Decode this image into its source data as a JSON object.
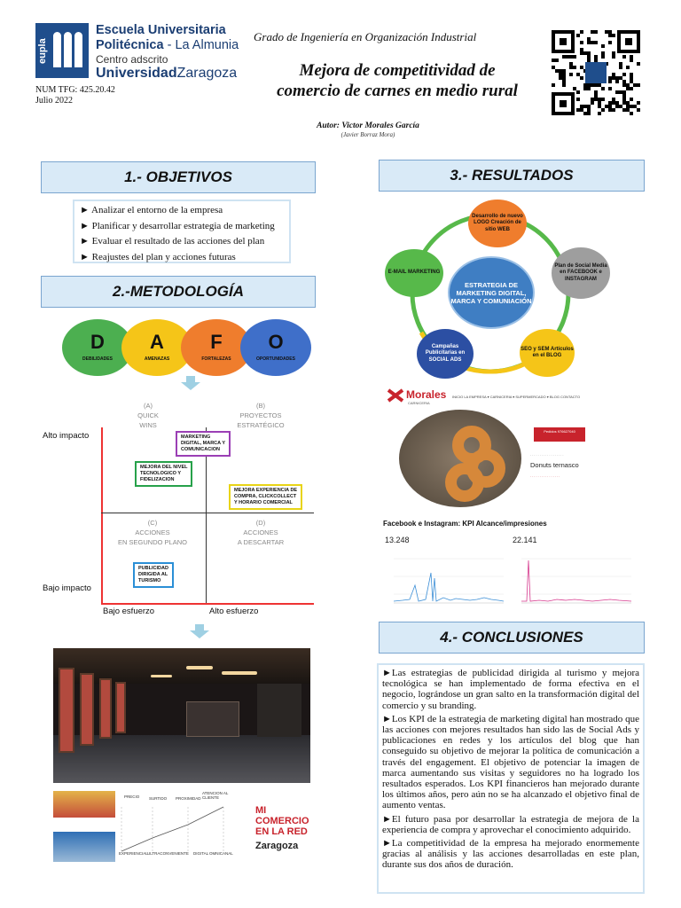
{
  "header": {
    "logo_mark": "eupla",
    "school_line1": "Escuela Universitaria",
    "school_line2_bold": "Politécnica",
    "school_line2_rest": " - La Almunia",
    "centro": "Centro adscrito",
    "university_bold": "Universidad",
    "university_rest": "Zaragoza",
    "num_tfg": "NUM TFG: 425.20.42",
    "date": "Julio 2022",
    "grado": "Grado de Ingeniería en Organización Industrial",
    "title_line1": "Mejora de competitividad de",
    "title_line2": "comercio de carnes en medio rural",
    "author_label": "Autor:",
    "author_name": "Victor Morales García",
    "tutor": "(Javier Borraz Mora)"
  },
  "sections": {
    "objetivos": "1.- OBJETIVOS",
    "metodologia": "2.-METODOLOGÍA",
    "resultados": "3.- RESULTADOS",
    "conclusiones": "4.- CONCLUSIONES"
  },
  "objetivos": [
    "► Analizar el entorno de la empresa",
    "► Planificar y desarrollar estrategia de marketing",
    "► Evaluar el resultado de las acciones del plan",
    "► Reajustes del plan y acciones futuras"
  ],
  "dafo": [
    {
      "letter": "D",
      "label": "DEBILIDADES",
      "color": "#4caf50"
    },
    {
      "letter": "A",
      "label": "AMENAZAS",
      "color": "#f5c518"
    },
    {
      "letter": "F",
      "label": "FORTALEZAS",
      "color": "#ef7d2d"
    },
    {
      "letter": "O",
      "label": "OPORTUNIDADES",
      "color": "#3f6fc9"
    }
  ],
  "matrix": {
    "y_high": "Alto impacto",
    "y_low": "Bajo impacto",
    "x_low": "Bajo esfuerzo",
    "x_high": "Alto esfuerzo",
    "qa_letter": "(A)",
    "qa_1": "QUICK",
    "qa_2": "WINS",
    "qb_letter": "(B)",
    "qb_1": "PROYECTOS",
    "qb_2": "ESTRATÉGICO",
    "qc_letter": "(C)",
    "qc_1": "ACCIONES",
    "qc_2": "EN SEGUNDO PLANO",
    "qd_letter": "(D)",
    "qd_1": "ACCIONES",
    "qd_2": "A DESCARTAR",
    "box1_1": "MARKETING",
    "box1_2": "DIGITAL, MARCA Y",
    "box1_3": "COMUNICACION",
    "box2_1": "MEJORA DEL NIVEL",
    "box2_2": "TECNOLOGICO Y",
    "box2_3": "FIDELIZACION",
    "box3_1": "MEJORA EXPERIENCIA DE",
    "box3_2": "COMPRA, CLICKCOLLECT",
    "box3_3": "Y HORARIO COMERCIAL",
    "box4_1": "PUBLICIDAD",
    "box4_2": "DIRIGIDA AL",
    "box4_3": "TURISMO"
  },
  "bottom_infographic": {
    "precio": "PRECIO",
    "surtido": "SURTIDO",
    "proximidad": "PROXIMIDAD",
    "atencion_1": "ATENCION AL",
    "atencion_2": "CLIENTE",
    "experiencial": "EXPERIENCIAL",
    "ultraconveniente": "ULTRACONVENIENTE",
    "digital": "DIGITAL",
    "omnicanal": "OMNICANAL",
    "mi_comercio_1": "MI COMERCIO",
    "mi_comercio_2": "EN LA RED",
    "zaragoza": "Zaragoza"
  },
  "cycle": {
    "center": "ESTRATEGIA DE MARKETING DIGITAL, MARCA Y COMUNIACIÓN",
    "top": "Desarrollo de nuevo LOGO Creación de sitio WEB",
    "right": "Plan de Social Media en FACEBOOK e INSTAGRAM",
    "bottom_right": "SEO y SEM Artículos en el BLOG",
    "bottom_left": "Campañas Publicitarias en SOCIAL ADS",
    "left": "E-MAIL MARKETING"
  },
  "web": {
    "brand": "Morales",
    "brand_sub": "CARNICERIA",
    "nav": "INICIO   LA EMPRESA ▾   CARNICERIA ▾   SUPERMERCADO ▾   BLOG   CONTACTO",
    "button": "Pedidos 976627040",
    "product": "Donuts ternasco"
  },
  "kpi": {
    "title": "Facebook e Instagram: KPI Alcance/impresiones",
    "fb_value": "13.248",
    "ig_value": "22.141"
  },
  "conclusiones": [
    "►Las estrategias de publicidad dirigida al turismo y mejora tecnológica se han implementado de forma efectiva en el negocio, lográndose un gran salto en la transformación digital del comercio y su branding.",
    "►Los KPI de la estrategia de marketing digital han mostrado que las acciones con mejores resultados han sido las de Social Ads y publicaciones en redes y los artículos del blog que han conseguido su objetivo de mejorar la política de comunicación a través del engagement.  El objetivo de potenciar la imagen de marca aumentando sus visitas y seguidores no ha logrado los resultados esperados. Los KPI financieros han mejorado durante los últimos años, pero aún no se ha alcanzado el objetivo final de aumento ventas.",
    "►El futuro pasa por desarrollar la estrategia de mejora de la experiencia de compra y aprovechar el conocimiento adquirido.",
    "►La competitividad de la empresa ha mejorado enormemente gracias al análisis y las acciones desarrolladas en este plan, durante sus dos años de duración."
  ]
}
